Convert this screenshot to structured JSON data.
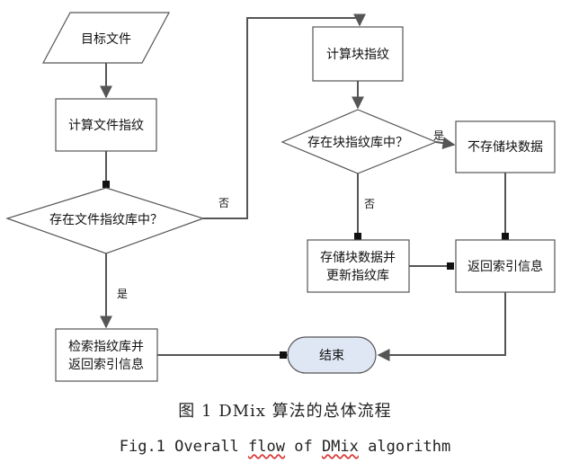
{
  "nodes": {
    "target_file": "目标文件",
    "compute_file_fp": "计算文件指纹",
    "file_fp_exists": "存在文件指纹库中？",
    "search_fp_line1": "检索指纹库并",
    "search_fp_line2": "返回索引信息",
    "compute_block_fp": "计算块指纹",
    "block_fp_exists": "存在块指纹库中？",
    "no_store_block": "不存储块数据",
    "store_block_line1": "存储块数据并",
    "store_block_line2": "更新指纹库",
    "return_index": "返回索引信息",
    "end": "结束"
  },
  "edges": {
    "file_no": "否",
    "file_yes": "是",
    "block_yes": "是",
    "block_no": "否"
  },
  "caption": {
    "cn": "图 1 DMix 算法的总体流程",
    "en_prefix": "Fig.1 Overall ",
    "en_flow": "flow",
    "en_of": " of ",
    "en_dmix": "DMix",
    "en_suffix": " algorithm"
  }
}
